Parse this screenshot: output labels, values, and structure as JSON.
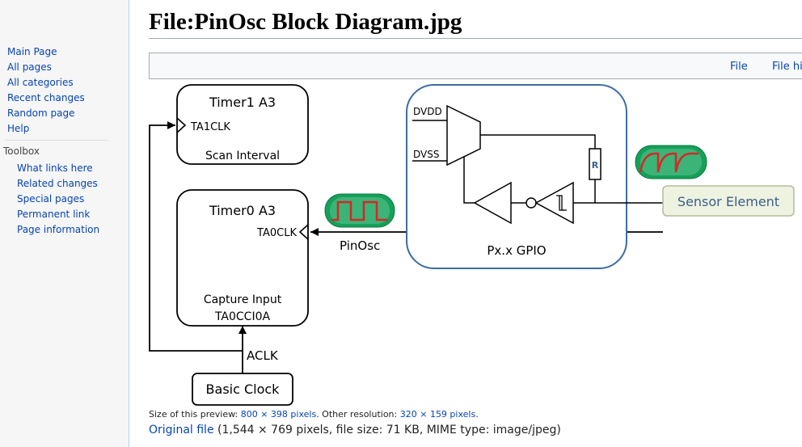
{
  "sidebar": {
    "nav": [
      {
        "label": "Main Page"
      },
      {
        "label": "All pages"
      },
      {
        "label": "All categories"
      },
      {
        "label": "Recent changes"
      },
      {
        "label": "Random page"
      },
      {
        "label": "Help"
      }
    ],
    "toolbox_heading": "Toolbox",
    "toolbox": [
      {
        "label": "What links here"
      },
      {
        "label": "Related changes"
      },
      {
        "label": "Special pages"
      },
      {
        "label": "Permanent link"
      },
      {
        "label": "Page information"
      }
    ]
  },
  "page": {
    "title": "File:PinOsc Block Diagram.jpg",
    "toc": [
      {
        "label": "File"
      },
      {
        "label": "File hi"
      }
    ]
  },
  "diagram": {
    "timer1": {
      "title": "Timer1 A3",
      "clock_input": "TA1CLK",
      "caption": "Scan Interval"
    },
    "timer0": {
      "title": "Timer0 A3",
      "clock_input": "TA0CLK",
      "caption_line1": "Capture Input",
      "caption_line2": "TA0CCI0A"
    },
    "basic_clock": "Basic Clock",
    "aclk_label": "ACLK",
    "pinosc_label": "PinOsc",
    "gpio_label": "Px.x GPIO",
    "dvdd_label": "DVDD",
    "dvss_label": "DVSS",
    "resistor_label": "R",
    "sensor_label": "Sensor Element",
    "colors": {
      "gpio_border": "#3d6da3",
      "sensor_fill": "#eef2e0",
      "sensor_border": "#b6bb9c",
      "sensor_text": "#3a5f8c",
      "wave_red": "#d62728",
      "wave_bg": "#16a05a"
    }
  },
  "footer": {
    "preview_prefix": "Size of this preview: ",
    "preview_res": "800 × 398 pixels",
    "other_res_prefix": ". Other resolution: ",
    "other_res": "320 × 159 pixels",
    "other_res_suffix": ".",
    "original_link": "Original file",
    "original_details": " (1,544 × 769 pixels, file size: 71 KB, MIME type: image/jpeg)"
  }
}
